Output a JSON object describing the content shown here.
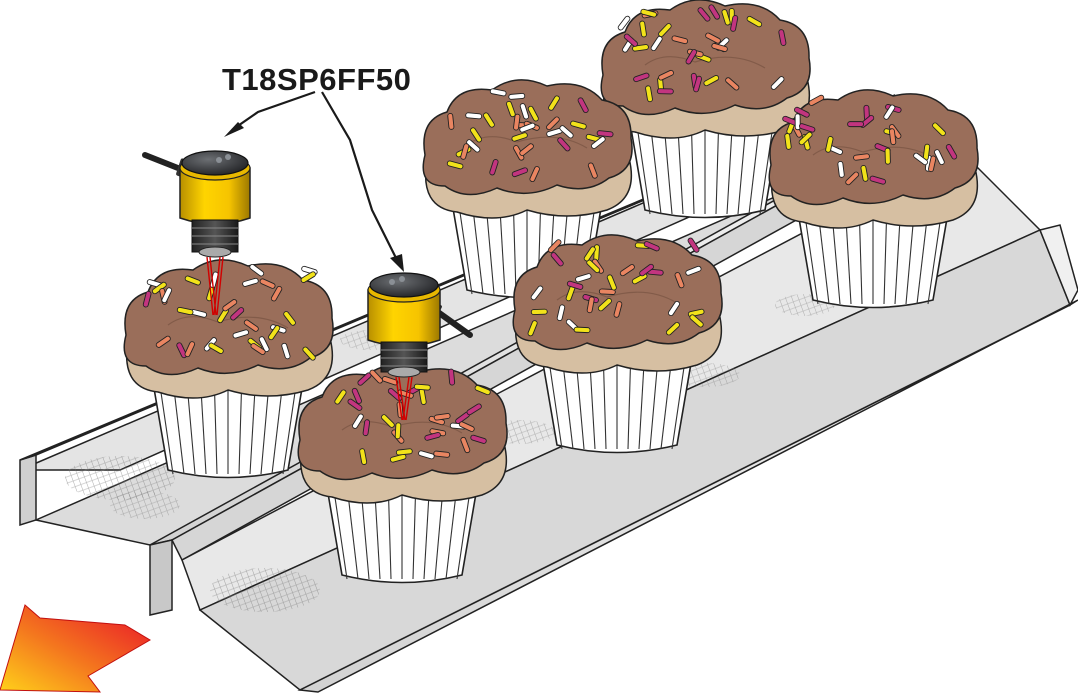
{
  "diagram": {
    "sensor_model_label": "T18SP6FF50",
    "sensor_count": 2,
    "cupcake_count": 6,
    "conveyor_lanes": 2,
    "direction_arrow": "flow-direction-arrow",
    "colors": {
      "sensor_body": "#f2c500",
      "sensor_cap": "#2f3134",
      "frosting": "#9a6e5a",
      "cake": "#d6bfa2",
      "liner": "#ffffff",
      "track": "#ececec",
      "beam": "#d10000",
      "sprinkle_yellow": "#f2e21a",
      "sprinkle_pink": "#c2357f",
      "sprinkle_orange": "#e98561",
      "arrow_start": "#e8102a",
      "arrow_end": "#ffd21a"
    }
  }
}
